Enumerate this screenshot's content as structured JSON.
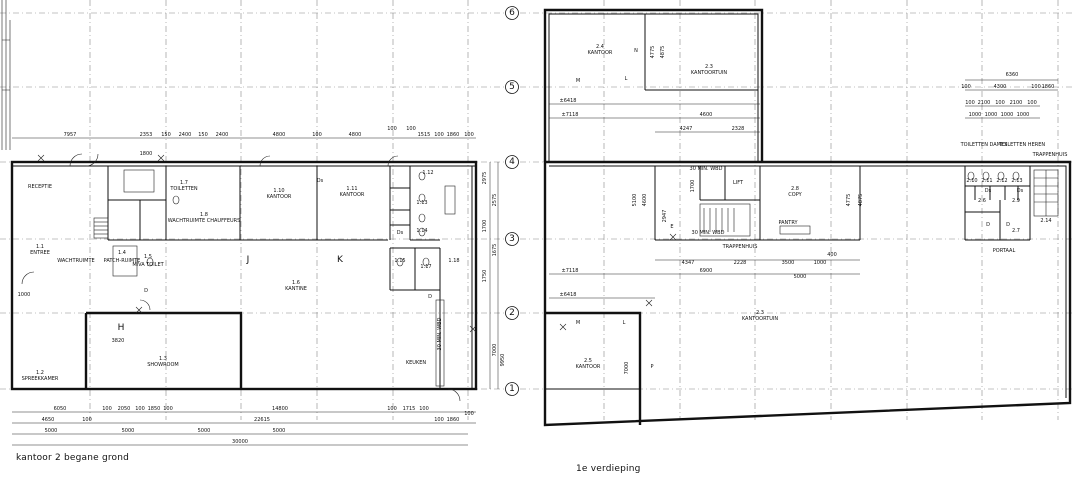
{
  "captions": {
    "left": "kantoor 2 begane grond",
    "right": "1e verdieping"
  },
  "gridlines": [
    "1",
    "2",
    "3",
    "4",
    "5",
    "6"
  ],
  "left_plan": {
    "rooms": [
      {
        "id": "1.1",
        "name": "ENTREE"
      },
      {
        "id": "",
        "name": "RECEPTIE"
      },
      {
        "id": "",
        "name": "WACHTRUIMTE"
      },
      {
        "id": "1.2",
        "name": "SPREEKKAMER"
      },
      {
        "id": "1.3",
        "name": "SHOWROOM"
      },
      {
        "id": "1.4",
        "name": "PATCH-RUIMTE"
      },
      {
        "id": "1.5",
        "name": "MIVA TOILET"
      },
      {
        "id": "1.6",
        "name": "KANTINE"
      },
      {
        "id": "1.7",
        "name": "TOILETTEN"
      },
      {
        "id": "1.8",
        "name": "WACHTRUIMTE CHAUFFEURS"
      },
      {
        "id": "1.10",
        "name": "KANTOOR"
      },
      {
        "id": "1.11",
        "name": "KANTOOR"
      },
      {
        "id": "1.12",
        "name": ""
      },
      {
        "id": "1.13",
        "name": ""
      },
      {
        "id": "1.14",
        "name": ""
      },
      {
        "id": "1.15",
        "name": ""
      },
      {
        "id": "1.17",
        "name": ""
      },
      {
        "id": "1.18",
        "name": ""
      },
      {
        "id": "",
        "name": "KEUKEN"
      }
    ],
    "dims_top": [
      "7957",
      "2353",
      "150",
      "2400",
      "150",
      "2400",
      "4800",
      "100",
      "4800",
      "100",
      "100",
      "1515",
      "100",
      "1860",
      "100"
    ],
    "dims_bottom_1": [
      "6050",
      "100",
      "2050",
      "100",
      "1850",
      "100",
      "14800",
      "100",
      "1715",
      "100"
    ],
    "dims_bottom_2": [
      "4650",
      "100",
      "22615",
      "100",
      "1860",
      "100"
    ],
    "dims_bottom_3": [
      "5000",
      "5000",
      "5000",
      "5000"
    ],
    "dims_total": "30000",
    "dims_right": [
      "2975",
      "2575",
      "1700",
      "1675",
      "1750",
      "9950",
      "7000"
    ],
    "annotations": [
      "3820",
      "1000",
      "1800",
      "30 MIN. WBD",
      "H",
      "J",
      "K",
      "Ds",
      "Ds",
      "D",
      "D"
    ]
  },
  "right_plan": {
    "rooms": [
      {
        "id": "2.4",
        "name": "KANTOOR"
      },
      {
        "id": "2.3",
        "name": "KANTOORTUIN"
      },
      {
        "id": "2.3",
        "name": "KANTOORTUIN"
      },
      {
        "id": "2.5",
        "name": "KANTOOR"
      },
      {
        "id": "2.8",
        "name": "COPY"
      },
      {
        "id": "",
        "name": "PANTRY"
      },
      {
        "id": "",
        "name": "LIFT"
      },
      {
        "id": "",
        "name": "TRAPPENHUIS"
      },
      {
        "id": "",
        "name": "TRAPPENHUIS"
      },
      {
        "id": "",
        "name": "PORTAAL"
      },
      {
        "id": "",
        "name": "TOILETTEN DAMES"
      },
      {
        "id": "",
        "name": "TOILETTEN HEREN"
      },
      {
        "id": "2.6",
        "name": ""
      },
      {
        "id": "2.7",
        "name": ""
      },
      {
        "id": "2.9",
        "name": ""
      },
      {
        "id": "2.10",
        "name": ""
      },
      {
        "id": "2.11",
        "name": ""
      },
      {
        "id": "2.12",
        "name": ""
      },
      {
        "id": "2.13",
        "name": ""
      },
      {
        "id": "2.14",
        "name": ""
      }
    ],
    "dims_top": [
      "6360",
      "100",
      "4300",
      "100",
      "1860",
      "100",
      "2100",
      "100",
      "2100",
      "100",
      "1000",
      "1000",
      "1000",
      "1000"
    ],
    "dims_left_a": [
      "±6418",
      "±7118",
      "4247",
      "2328",
      "4600"
    ],
    "dims_mid": [
      "4347",
      "2228",
      "3500",
      "1000",
      "400",
      "±7118",
      "6900",
      "5000",
      "±6418"
    ],
    "dims_vertical": [
      "4775",
      "4875",
      "5100",
      "4600",
      "2947",
      "1700",
      "7000",
      "4775",
      "4875"
    ],
    "annotations": [
      "M",
      "N",
      "L",
      "M",
      "L",
      "P",
      "30 MIN. WBD",
      "30 MIN. WBD",
      "E",
      "Ds",
      "Ds",
      "D",
      "D"
    ]
  }
}
